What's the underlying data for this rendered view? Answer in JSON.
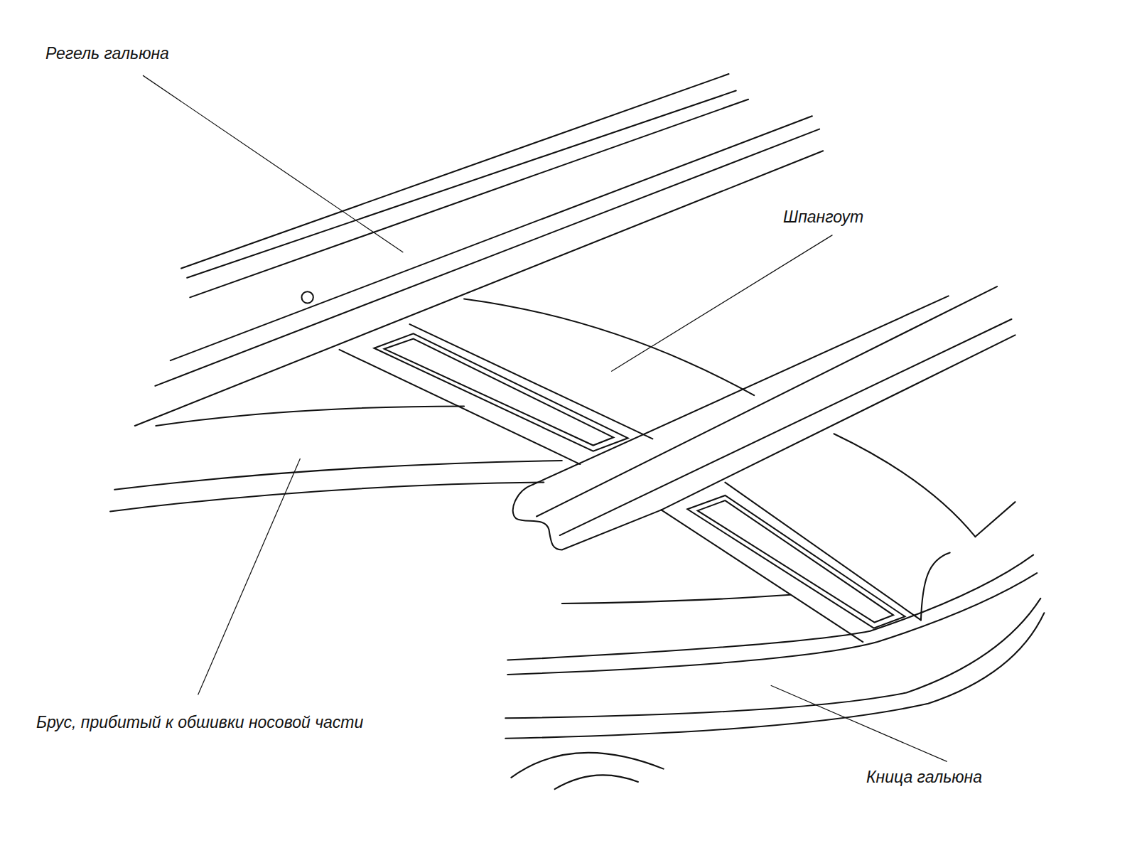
{
  "diagram": {
    "labels": [
      "Регель гальюна",
      "Шпангоут",
      "Брус, прибитый к обшивки носовой части",
      "Кница гальюна"
    ]
  }
}
